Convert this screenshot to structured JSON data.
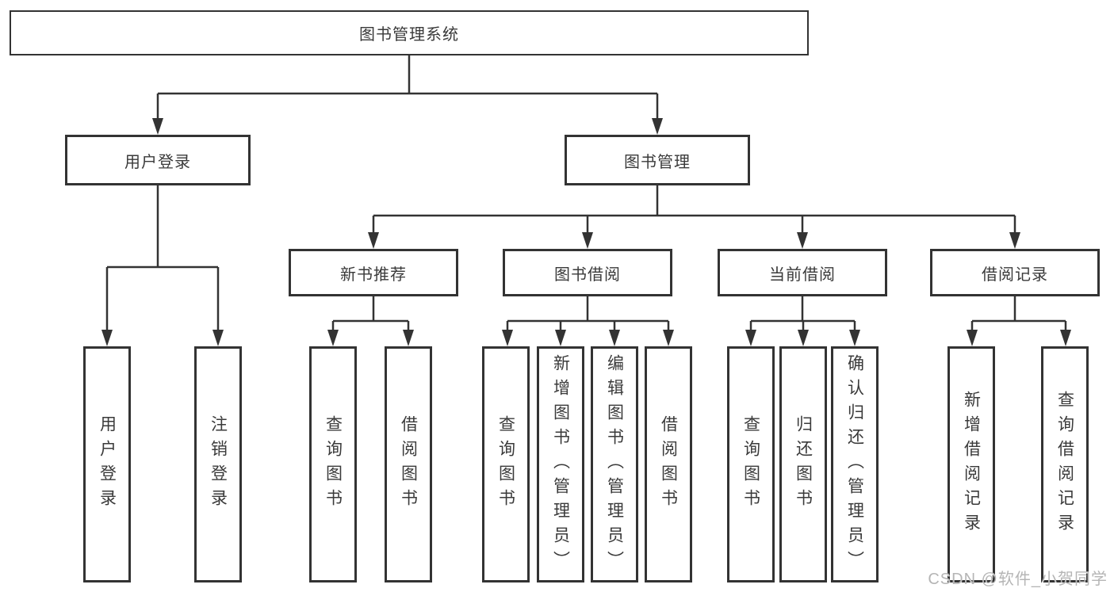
{
  "diagram": {
    "title": "图书管理系统",
    "root": {
      "label": "图书管理系统"
    },
    "level2": [
      {
        "id": "user-login",
        "label": "用户登录"
      },
      {
        "id": "book-management",
        "label": "图书管理"
      }
    ],
    "level3": [
      {
        "id": "new-book-recommend",
        "label": "新书推荐"
      },
      {
        "id": "book-borrow",
        "label": "图书借阅"
      },
      {
        "id": "current-borrow",
        "label": "当前借阅"
      },
      {
        "id": "borrow-records",
        "label": "借阅记录"
      }
    ],
    "leaves": {
      "user_login": [
        "用户登录",
        "注销登录"
      ],
      "new_book_recommend": [
        "查询图书",
        "借阅图书"
      ],
      "book_borrow": [
        "查询图书",
        "新增图书（管理员）",
        "编辑图书（管理员）",
        "借阅图书"
      ],
      "current_borrow": [
        "查询图书",
        "归还图书",
        "确认归还（管理员）"
      ],
      "borrow_records": [
        "新增借阅记录",
        "查询借阅记录"
      ]
    },
    "watermark": "CSDN @软件_小贺同学",
    "colors": {
      "line": "#333333",
      "text": "#3a3a3a",
      "background": "#ffffff",
      "watermark": "#b5b5b5"
    }
  }
}
